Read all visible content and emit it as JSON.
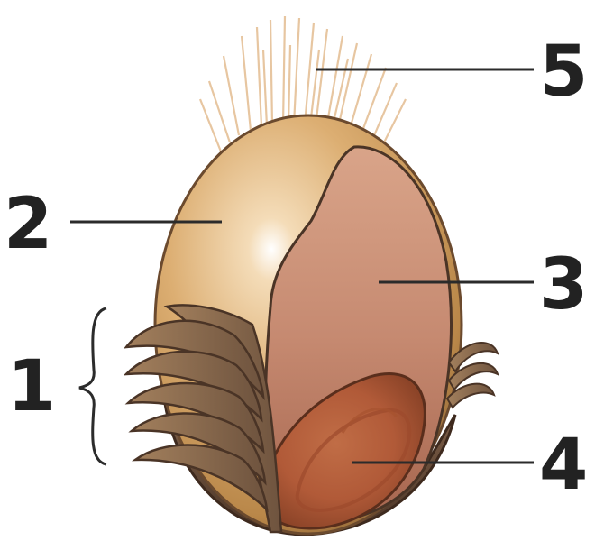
{
  "labels": [
    {
      "id": "1",
      "text": "1"
    },
    {
      "id": "2",
      "text": "2"
    },
    {
      "id": "3",
      "text": "3"
    },
    {
      "id": "4",
      "text": "4"
    },
    {
      "id": "5",
      "text": "5"
    }
  ],
  "colors": {
    "hairs": "#e0b88a",
    "outer_body": "#d9a86c",
    "inner_body": "#c89076",
    "embryo": "#b35f3e",
    "lamellae": "#8a6a4f",
    "outline": "#5a4030",
    "leader": "#2b2b2b"
  }
}
